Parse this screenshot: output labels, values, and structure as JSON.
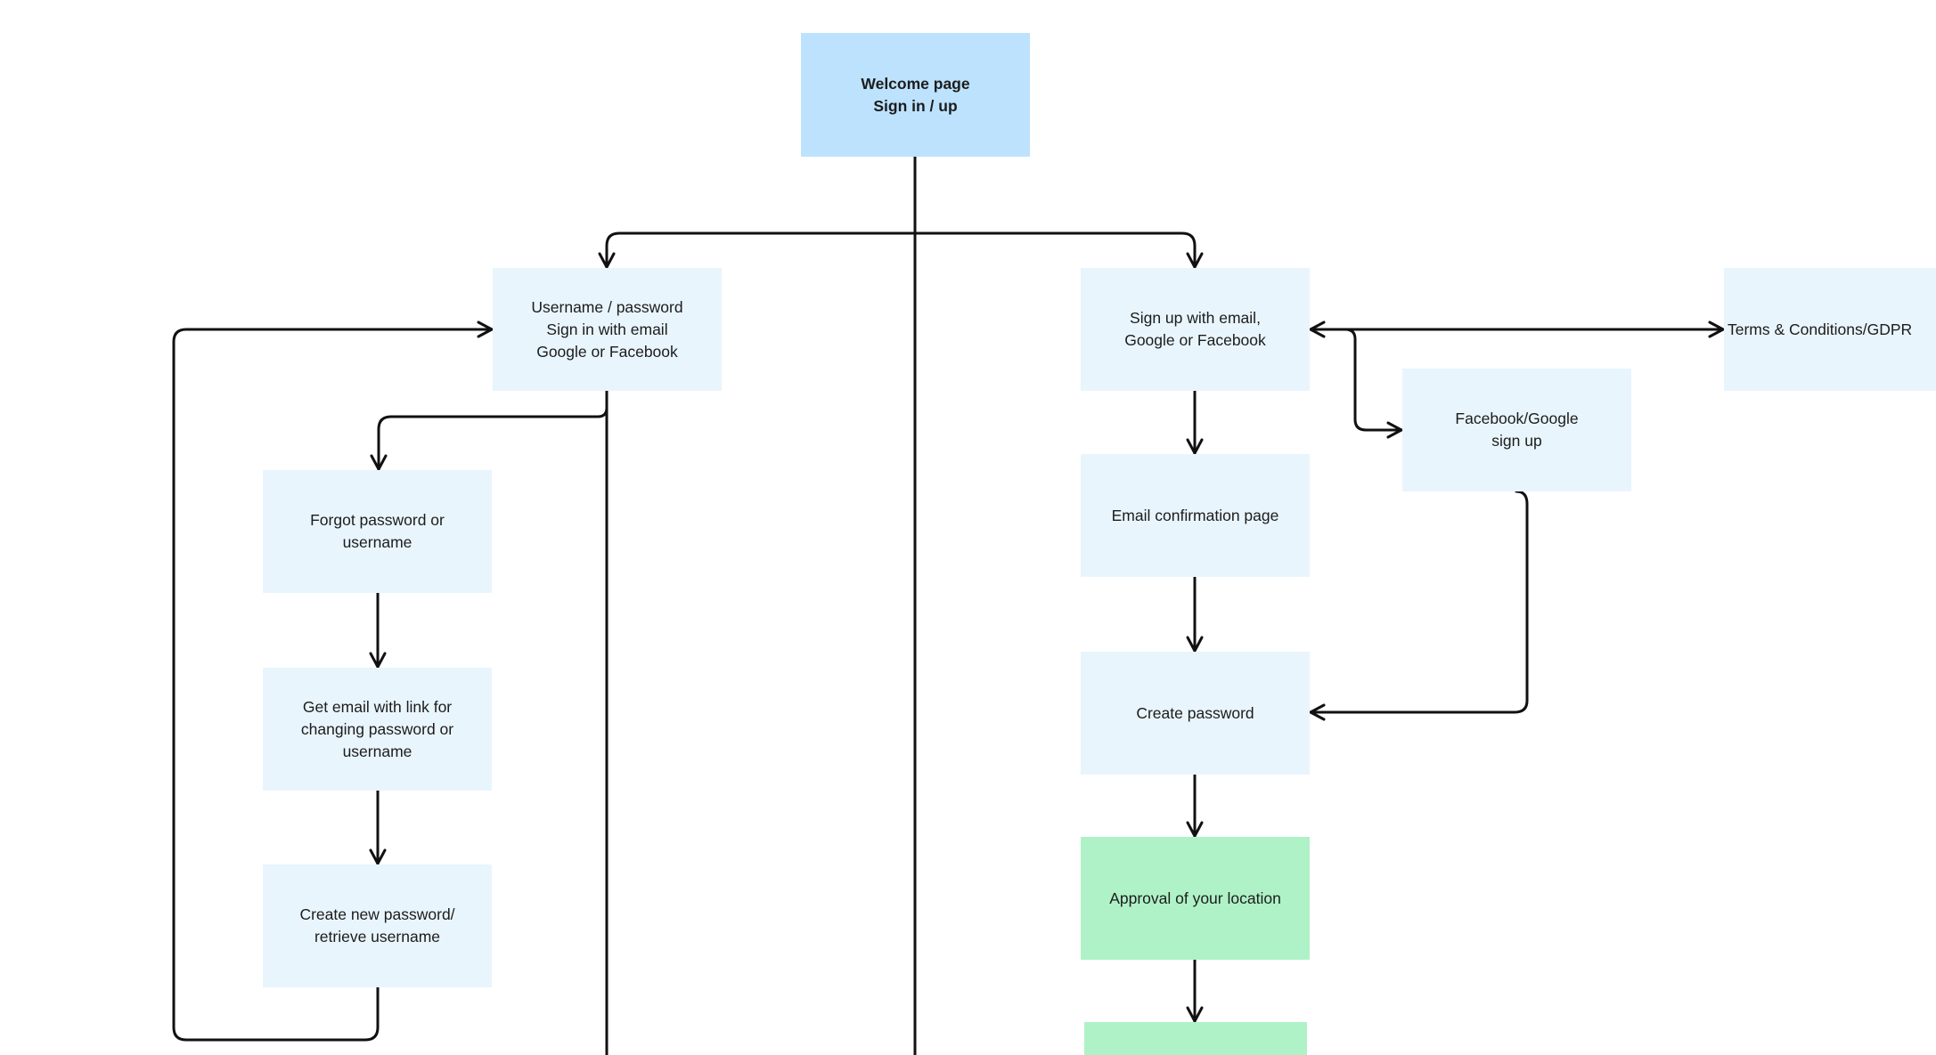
{
  "nodes": {
    "welcome": "Welcome page\nSign in / up",
    "signin": "Username / password\nSign in with email\nGoogle or Facebook",
    "signup": "Sign up with email,\nGoogle or Facebook",
    "terms": "Terms & Conditions/GDPR",
    "social_signup": "Facebook/Google\nsign up",
    "forgot": "Forgot password or\nusername",
    "email_confirmation": "Email confirmation page",
    "get_email": "Get email with link for\nchanging password or\nusername",
    "create_password": "Create password",
    "create_new_password": "Create new password/\nretrieve username",
    "approval_location": "Approval of your location",
    "next_step": ""
  },
  "colors": {
    "primary_node": "#bde2fd",
    "default_node": "#e9f5fd",
    "success_node": "#aff2c7",
    "connector": "#111111"
  }
}
